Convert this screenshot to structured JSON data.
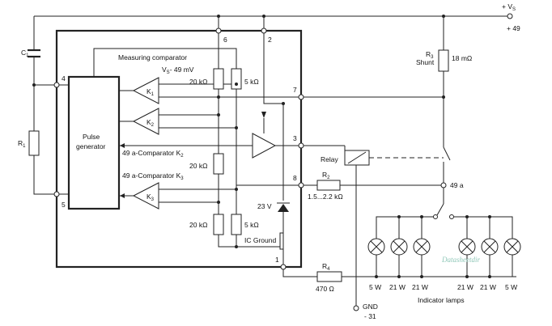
{
  "labels": {
    "vs_top_a": "+ V",
    "vs_top_b": "S",
    "vs_top_val": "+ 49",
    "c1_a": "C",
    "c1_b": "1",
    "r1_a": "R",
    "r1_b": "1",
    "r3_a": "R",
    "r3_b": "3",
    "shunt": "Shunt",
    "r3_val": "18 mΩ",
    "measuring": "Measuring comparator",
    "vs_ref_a": "V",
    "vs_ref_b": "S",
    "vs_ref_c": "- 49 mV",
    "k1_a": "K",
    "k1_b": "1",
    "k2_a": "K",
    "k2_b": "2",
    "k3_a": "K",
    "k3_b": "3",
    "pulse1": "Pulse",
    "pulse2": "generator",
    "cmp_k2_a": "49 a-Comparator K",
    "cmp_k2_b": "2",
    "cmp_k3_a": "49 a-Comparator K",
    "cmp_k3_b": "3",
    "res_20k_1": "20 kΩ",
    "res_5k_1": "5 kΩ",
    "res_20k_2": "20 kΩ",
    "res_20k_3": "20 kΩ",
    "res_5k_2": "5 kΩ",
    "zener": "23 V",
    "ic_ground": "IC Ground",
    "relay": "Relay",
    "r2_a": "R",
    "r2_b": "2",
    "r2_val": "1.5...2.2 kΩ",
    "r4_a": "R",
    "r4_b": "4",
    "r4_val": "470 Ω",
    "pin_49a": "49 a",
    "gnd1": "GND",
    "gnd2": "- 31",
    "indicator": "Indicator lamps",
    "watermark": "Datasheetdir",
    "pin1": "1",
    "pin2": "2",
    "pin3": "3",
    "pin4": "4",
    "pin5": "5",
    "pin6": "6",
    "pin7": "7",
    "pin8": "8"
  },
  "lamps": [
    "5 W",
    "21 W",
    "21 W",
    "21 W",
    "21 W",
    "5 W"
  ]
}
